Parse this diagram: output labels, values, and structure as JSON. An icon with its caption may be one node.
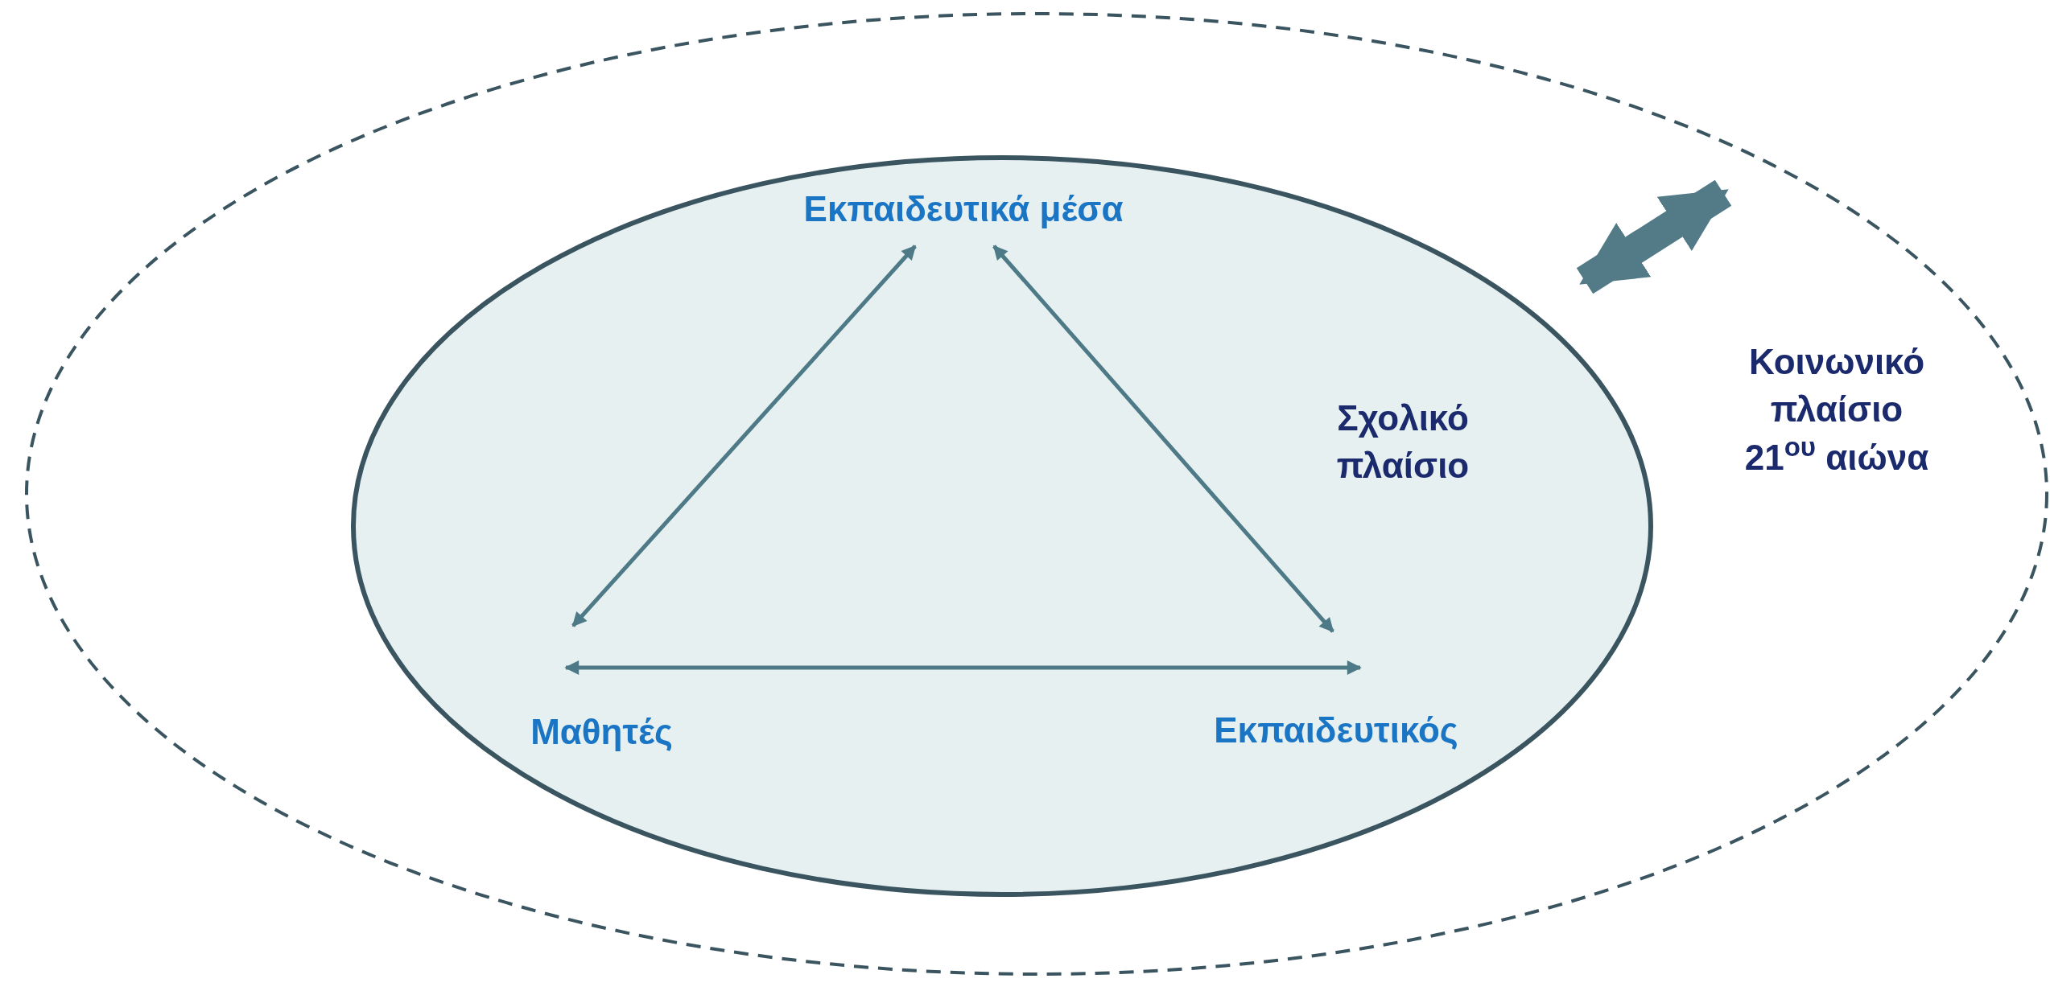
{
  "diagram": {
    "nodes": [
      {
        "text": [
          "Κοινωνικό πλαίσιο 21$^{ου}$ αιώνα"
        ]
      },
      {
        "text": [
          "Σχολικό πλαίσιο"
        ],
        "in": 0
      },
      {
        "text": [
          "Εκπαιδευτικά μέσα"
        ],
        "in": 1
      },
      {
        "text": [
          "Μαθητές"
        ],
        "in": 1
      },
      {
        "text": [
          "Εκπαιδευτικός"
        ],
        "in": 1
      }
    ],
    "edges": [
      {
        "from": 2,
        "to": 3,
        "arrow": "both"
      },
      {
        "from": 2,
        "to": 4,
        "arrow": "both"
      },
      {
        "from": 3,
        "to": 4,
        "arrow": "both"
      },
      {
        "from": 1,
        "to": 0,
        "arrow": "both",
        "style": "thick"
      }
    ]
  }
}
